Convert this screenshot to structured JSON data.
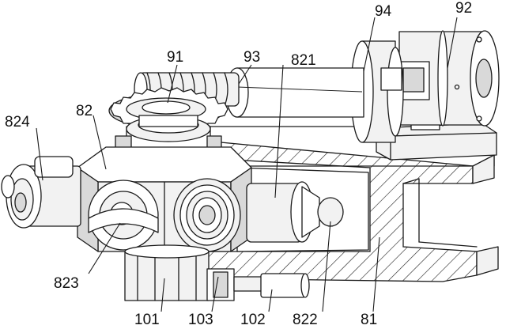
{
  "labels": {
    "l91": "91",
    "l93": "93",
    "l821": "821",
    "l94": "94",
    "l92": "92",
    "l824": "824",
    "l82": "82",
    "l823": "823",
    "l101": "101",
    "l103": "103",
    "l102": "102",
    "l822": "822",
    "l81": "81"
  },
  "colors": {
    "line": "#1a1a1a",
    "face_light": "#f2f2f2",
    "face_dark": "#d9d9d9",
    "background": "#ffffff"
  }
}
